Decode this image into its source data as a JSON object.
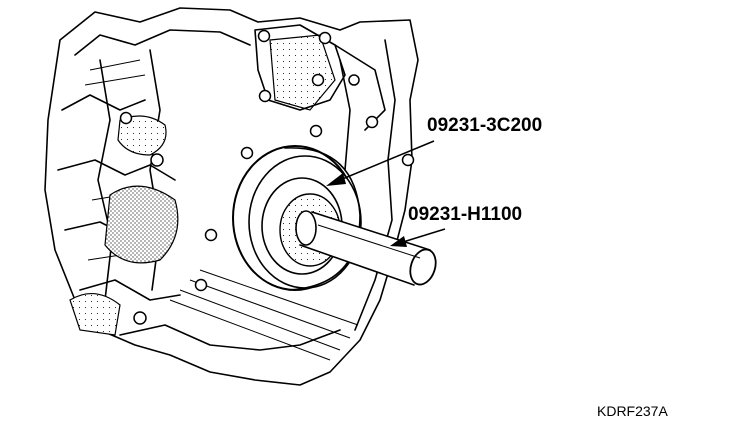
{
  "callouts": {
    "installer_tool": "09231-3C200",
    "handle_tool": "09231-H1100"
  },
  "figure_code": "KDRF237A"
}
